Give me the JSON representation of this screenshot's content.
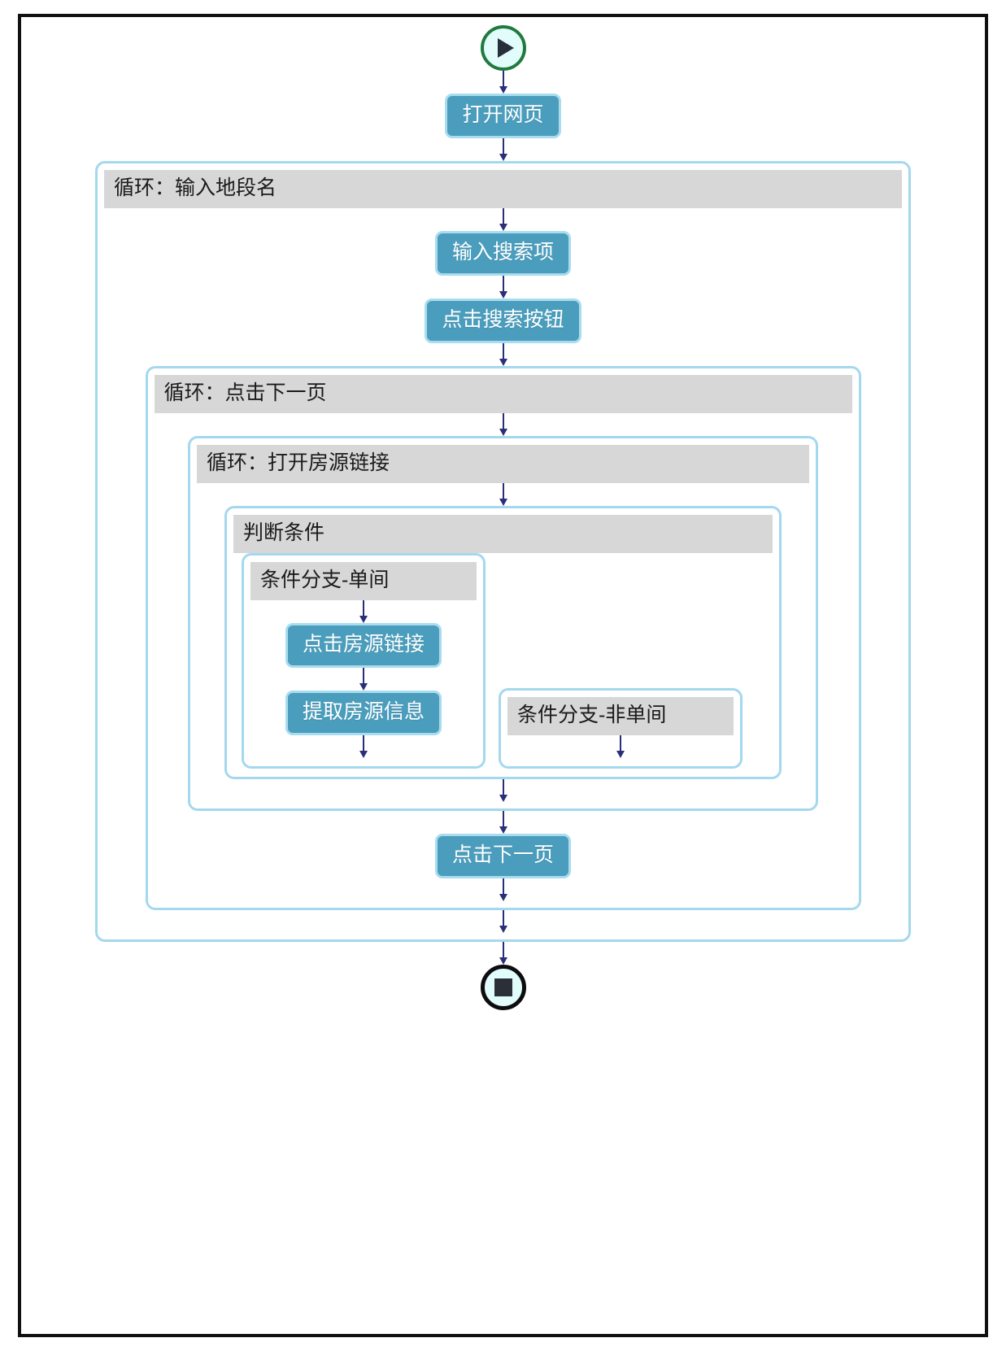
{
  "diagram": {
    "type": "flowchart",
    "title": "",
    "palette": {
      "action_fill": "#4a9dbd",
      "action_border": "#a9dcef",
      "container_border": "#a4d8ee",
      "header_fill": "#d7d7d7",
      "start_border": "#1f7a3d",
      "end_border": "#0d0d0d",
      "node_inner_fill": "#e2fbfb",
      "arrow": "#2a2f7a",
      "frame": "#111111",
      "canvas": "#ffffff"
    },
    "start": {
      "icon": "play-icon",
      "label": ""
    },
    "end": {
      "icon": "stop-icon",
      "label": ""
    },
    "nodes": {
      "open_page": "打开网页",
      "input_search_term": "输入搜索项",
      "click_search_button": "点击搜索按钮",
      "click_listing_link": "点击房源链接",
      "extract_listing_info": "提取房源信息",
      "click_next_page": "点击下一页"
    },
    "containers": {
      "loop_district": "循环：输入地段名",
      "loop_next_page": "循环：点击下一页",
      "loop_open_listing": "循环：打开房源链接",
      "condition": "判断条件",
      "branch_single_room": "条件分支-单间",
      "branch_non_single_room": "条件分支-非单间"
    }
  }
}
